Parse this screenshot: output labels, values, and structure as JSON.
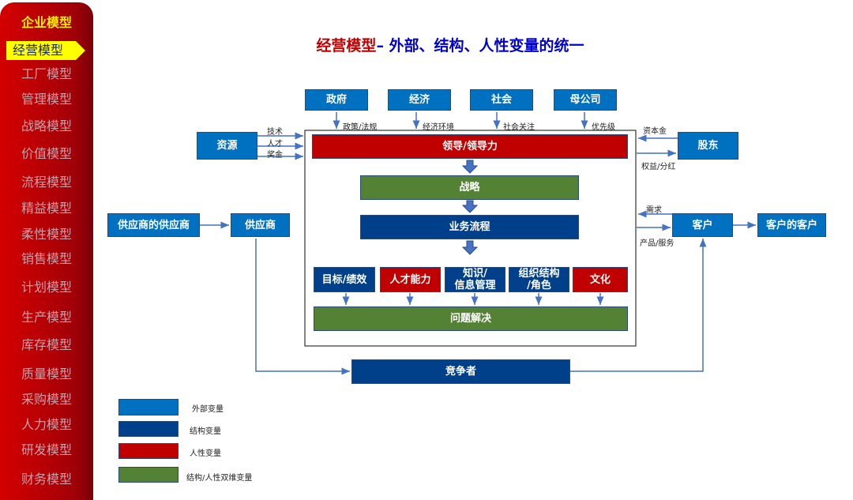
{
  "sidebar": {
    "header": "企业模型",
    "items": [
      "经营模型",
      "工厂模型",
      "管理模型",
      "战略模型",
      "价值模型",
      "流程模型",
      "精益模型",
      "柔性模型",
      "销售模型",
      "计划模型",
      "生产模型",
      "库存模型",
      "质量模型",
      "采购模型",
      "人力模型",
      "研发模型",
      "财务模型"
    ]
  },
  "title": {
    "part1": "经营模型",
    "part2": "– 外部、结构、人性变量的统一"
  },
  "top": {
    "gov": "政府",
    "econ": "经济",
    "society": "社会",
    "parent": "母公司",
    "gov_label": "政策/法规",
    "econ_label": "经济环境",
    "society_label": "社会关注",
    "parent_label": "优先级"
  },
  "left": {
    "resources": "资源",
    "tech": "技术",
    "talent": "人才",
    "funds": "奖金",
    "supplier_supplier": "供应商的供应商",
    "supplier": "供应商"
  },
  "right": {
    "shareholder": "股东",
    "capital": "资本金",
    "equity": "权益/分红",
    "customer": "客户",
    "demand": "需求",
    "products": "产品/服务",
    "customer_customer": "客户的客户"
  },
  "core": {
    "leadership": "领导/领导力",
    "strategy": "战略",
    "process": "业务流程",
    "goals": "目标/绩效",
    "talent": "人才能力",
    "knowledge": "知识/\n信息管理",
    "org": "组织结构\n/角色",
    "culture": "文化",
    "problem": "问题解决",
    "competitor": "竞争者"
  },
  "legend": [
    "外部变量",
    "结构变量",
    "人性变量",
    "结构/人性双维变量"
  ],
  "colors": {
    "external": "#0070c0",
    "structural": "#003f8a",
    "human": "#c00000",
    "dual": "#548235"
  }
}
